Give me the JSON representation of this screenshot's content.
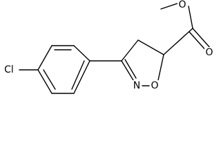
{
  "molecule": {
    "atoms": {
      "chlorine": "Cl",
      "ring_nitrogen": "N",
      "ring_oxygen": "O",
      "carbonyl_oxygen": "O",
      "ester_oxygen": "O"
    },
    "colors": {
      "bond": "#000000",
      "background": "#ffffff"
    }
  }
}
